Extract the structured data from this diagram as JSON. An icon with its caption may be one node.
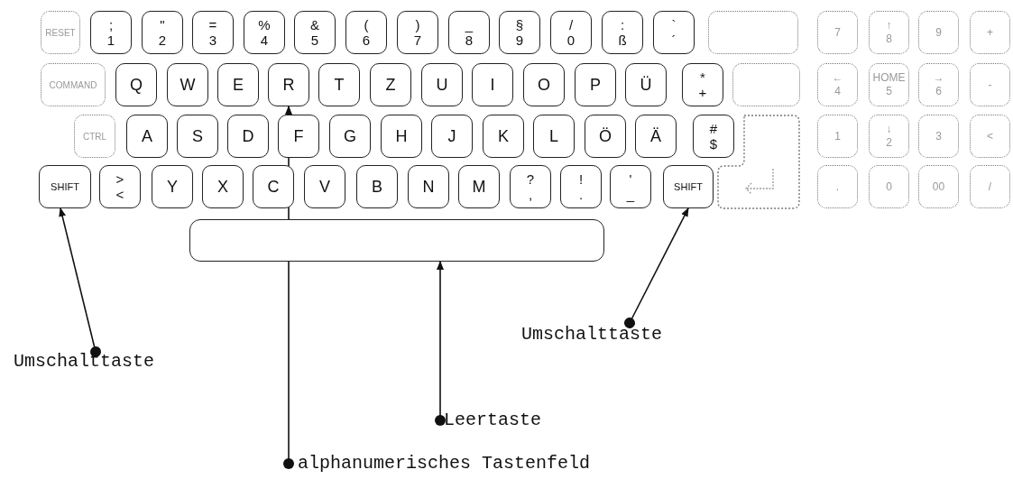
{
  "diagram": {
    "nodes": [
      {
        "text": [
          "RESET"
        ]
      },
      {
        "text": [
          ";",
          "1"
        ]
      },
      {
        "text": [
          "\"",
          "2"
        ]
      },
      {
        "text": [
          "=",
          "3"
        ]
      },
      {
        "text": [
          "%",
          "4"
        ]
      },
      {
        "text": [
          "&",
          "5"
        ]
      },
      {
        "text": [
          "(",
          "6"
        ]
      },
      {
        "text": [
          ")",
          "7"
        ]
      },
      {
        "text": [
          "_",
          "8"
        ]
      },
      {
        "text": [
          "§",
          "9"
        ]
      },
      {
        "text": [
          "/",
          "0"
        ]
      },
      {
        "text": [
          ":",
          "ß"
        ]
      },
      {
        "text": [
          "`",
          "´"
        ]
      },
      {
        "text": [],
        "shape": "box"
      },
      {
        "text": [
          "7"
        ]
      },
      {
        "text": [
          "↑",
          "8"
        ]
      },
      {
        "text": [
          "9"
        ]
      },
      {
        "text": [
          "+"
        ]
      },
      {
        "text": [
          "COMMAND"
        ]
      },
      {
        "text": [
          "Q"
        ]
      },
      {
        "text": [
          "W"
        ]
      },
      {
        "text": [
          "E"
        ]
      },
      {
        "text": [
          "R"
        ]
      },
      {
        "text": [
          "T"
        ]
      },
      {
        "text": [
          "Z"
        ]
      },
      {
        "text": [
          "U"
        ]
      },
      {
        "text": [
          "I"
        ]
      },
      {
        "text": [
          "O"
        ]
      },
      {
        "text": [
          "P"
        ]
      },
      {
        "text": [
          "Ü"
        ]
      },
      {
        "text": [
          "*",
          "+"
        ]
      },
      {
        "text": [],
        "shape": "box"
      },
      {
        "text": [
          "←",
          "4"
        ]
      },
      {
        "text": [
          "HOME",
          "5"
        ]
      },
      {
        "text": [
          "→",
          "6"
        ]
      },
      {
        "text": [
          "-"
        ]
      },
      {
        "text": [
          "CTRL"
        ]
      },
      {
        "text": [
          "A"
        ]
      },
      {
        "text": [
          "S"
        ]
      },
      {
        "text": [
          "D"
        ]
      },
      {
        "text": [
          "F"
        ]
      },
      {
        "text": [
          "G"
        ]
      },
      {
        "text": [
          "H"
        ]
      },
      {
        "text": [
          "J"
        ]
      },
      {
        "text": [
          "K"
        ]
      },
      {
        "text": [
          "L"
        ]
      },
      {
        "text": [
          "Ö"
        ]
      },
      {
        "text": [
          "Ä"
        ]
      },
      {
        "text": [
          "#",
          "$"
        ]
      },
      {
        "text": [],
        "shape": "box"
      },
      {
        "text": [
          "1"
        ]
      },
      {
        "text": [
          "↓",
          "2"
        ]
      },
      {
        "text": [
          "3"
        ]
      },
      {
        "text": [
          "<"
        ]
      },
      {
        "text": [
          "SHIFT"
        ]
      },
      {
        "text": [
          ">",
          "<"
        ]
      },
      {
        "text": [
          "Y"
        ]
      },
      {
        "text": [
          "X"
        ]
      },
      {
        "text": [
          "C"
        ]
      },
      {
        "text": [
          "V"
        ]
      },
      {
        "text": [
          "B"
        ]
      },
      {
        "text": [
          "N"
        ]
      },
      {
        "text": [
          "M"
        ]
      },
      {
        "text": [
          "?",
          ","
        ]
      },
      {
        "text": [
          "!",
          "."
        ]
      },
      {
        "text": [
          "'",
          "_"
        ]
      },
      {
        "text": [
          "SHIFT"
        ]
      },
      {
        "text": [
          "."
        ]
      },
      {
        "text": [
          "0"
        ]
      },
      {
        "text": [
          "00"
        ]
      },
      {
        "text": [
          "/"
        ]
      },
      {
        "text": [],
        "shape": "box"
      },
      {
        "text": [
          "Umschalttaste"
        ]
      },
      {
        "text": [
          "Umschalttaste"
        ]
      },
      {
        "text": [
          "Leertaste"
        ]
      },
      {
        "text": [
          "alphanumerisches Tastenfeld"
        ]
      }
    ],
    "edges": [
      {
        "from": 72,
        "to": 54,
        "arrow": "to"
      },
      {
        "from": 73,
        "to": 66,
        "arrow": "to"
      },
      {
        "from": 74,
        "to": 71,
        "arrow": "to"
      },
      {
        "from": 75,
        "to": 22,
        "arrow": "to"
      }
    ]
  }
}
